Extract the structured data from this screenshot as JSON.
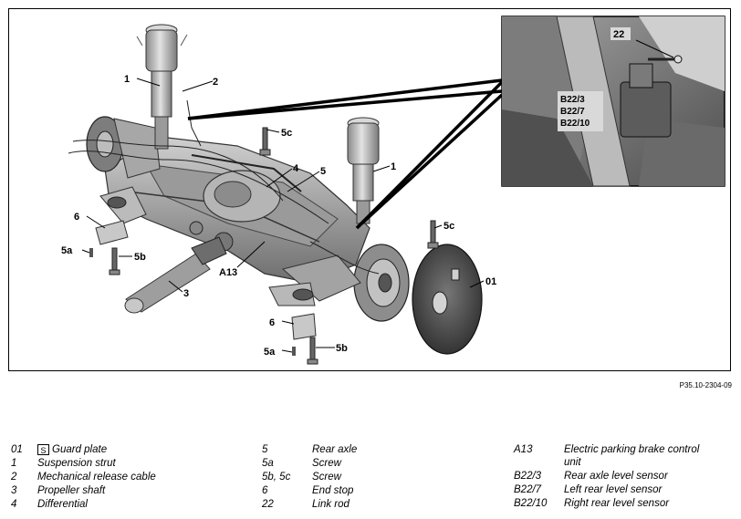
{
  "figure": {
    "reference": "P35.10-2304-09",
    "callouts": {
      "c1_strut": "1",
      "c2_cable": "2",
      "c5c_top": "5c",
      "c4": "4",
      "c5": "5",
      "c1_right": "1",
      "c6_left": "6",
      "c5a_left": "5a",
      "c5b_left": "5b",
      "c5c_right": "5c",
      "cA13": "A13",
      "c3": "3",
      "c01": "01",
      "c6_bottom": "6",
      "c5a_bottom": "5a",
      "c5b_bottom": "5b"
    },
    "inset": {
      "c22": "22",
      "sensor_labels": [
        "B22/3",
        "B22/7",
        "B22/10"
      ]
    }
  },
  "legend": {
    "col1": [
      {
        "key": "01",
        "desc": "Guard plate",
        "icon": "wrench-note-icon"
      },
      {
        "key": "1",
        "desc": "Suspension strut"
      },
      {
        "key": "2",
        "desc": "Mechanical release cable"
      },
      {
        "key": "3",
        "desc": "Propeller shaft"
      },
      {
        "key": "4",
        "desc": "Differential"
      }
    ],
    "col2": [
      {
        "key": "5",
        "desc": "Rear axle"
      },
      {
        "key": "5a",
        "desc": "Screw"
      },
      {
        "key": "5b, 5c",
        "desc": "Screw"
      },
      {
        "key": "6",
        "desc": "End stop"
      },
      {
        "key": "22",
        "desc": "Link rod"
      }
    ],
    "col3": [
      {
        "key": "A13",
        "desc": "Electric parking brake control",
        "desc2": "unit"
      },
      {
        "key": "B22/3",
        "desc": "Rear axle level sensor"
      },
      {
        "key": "B22/7",
        "desc": "Left rear level sensor"
      },
      {
        "key": "B22/10",
        "desc": "Right rear level sensor"
      }
    ],
    "icon_glyph": "S"
  }
}
